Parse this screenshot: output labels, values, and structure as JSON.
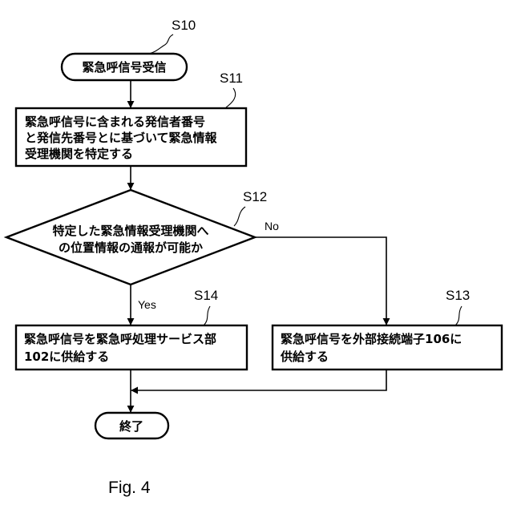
{
  "steps": {
    "s10": "S10",
    "s11": "S11",
    "s12": "S12",
    "s13": "S13",
    "s14": "S14"
  },
  "nodes": {
    "start": "緊急呼信号受信",
    "identify": [
      "緊急呼信号に含まれる発信者番号",
      "と発信先番号とに基づいて緊急情報",
      "受理機関を特定する"
    ],
    "decision": [
      "特定した緊急情報受理機関へ",
      "の位置情報の通報が可能か"
    ],
    "supply_service": [
      "緊急呼信号を緊急呼処理サービス部",
      "102に供給する"
    ],
    "supply_external": [
      "緊急呼信号を外部接続端子106に",
      "供給する"
    ],
    "end": "終了"
  },
  "branches": {
    "no": "No",
    "yes": "Yes"
  },
  "caption": "Fig. 4"
}
